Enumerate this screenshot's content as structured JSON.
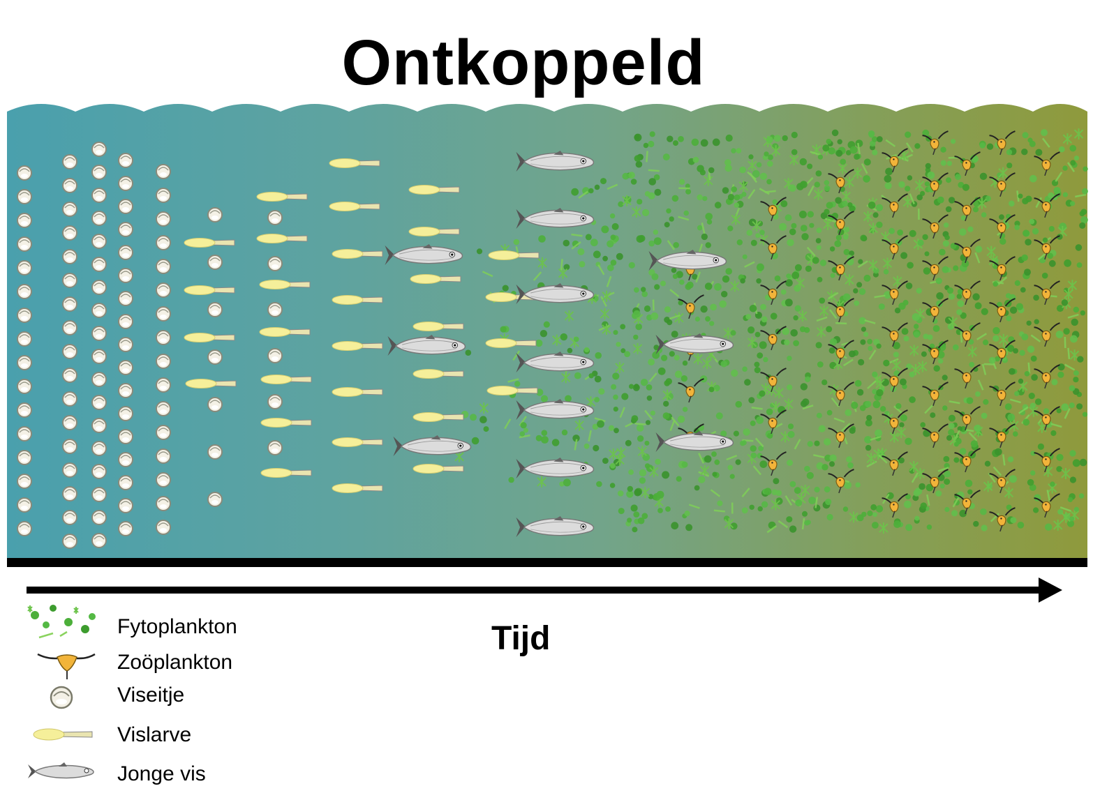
{
  "title": "Ontkoppeld",
  "axis": {
    "label": "Tijd",
    "arrow_icon": "arrow-right-icon"
  },
  "colors": {
    "water_left": "#4aa0ad",
    "water_mid": "#6aa58e",
    "water_right": "#8f9a3c",
    "phytoplankton": "#4caf3a",
    "zooplankton_body": "#f2b43a",
    "egg_fill": "#f4f1e6",
    "larva_fill": "#f5ef9a",
    "fish_body": "#d8d8d8",
    "bottom": "#000000"
  },
  "legend": [
    {
      "icon": "phytoplankton-icon",
      "label": "Fytoplankton"
    },
    {
      "icon": "zooplankton-icon",
      "label": "Zoöplankton"
    },
    {
      "icon": "fish-egg-icon",
      "label": "Viseitje"
    },
    {
      "icon": "fish-larva-icon",
      "label": "Vislarve"
    },
    {
      "icon": "juvenile-fish-icon",
      "label": "Jonge vis"
    }
  ]
}
